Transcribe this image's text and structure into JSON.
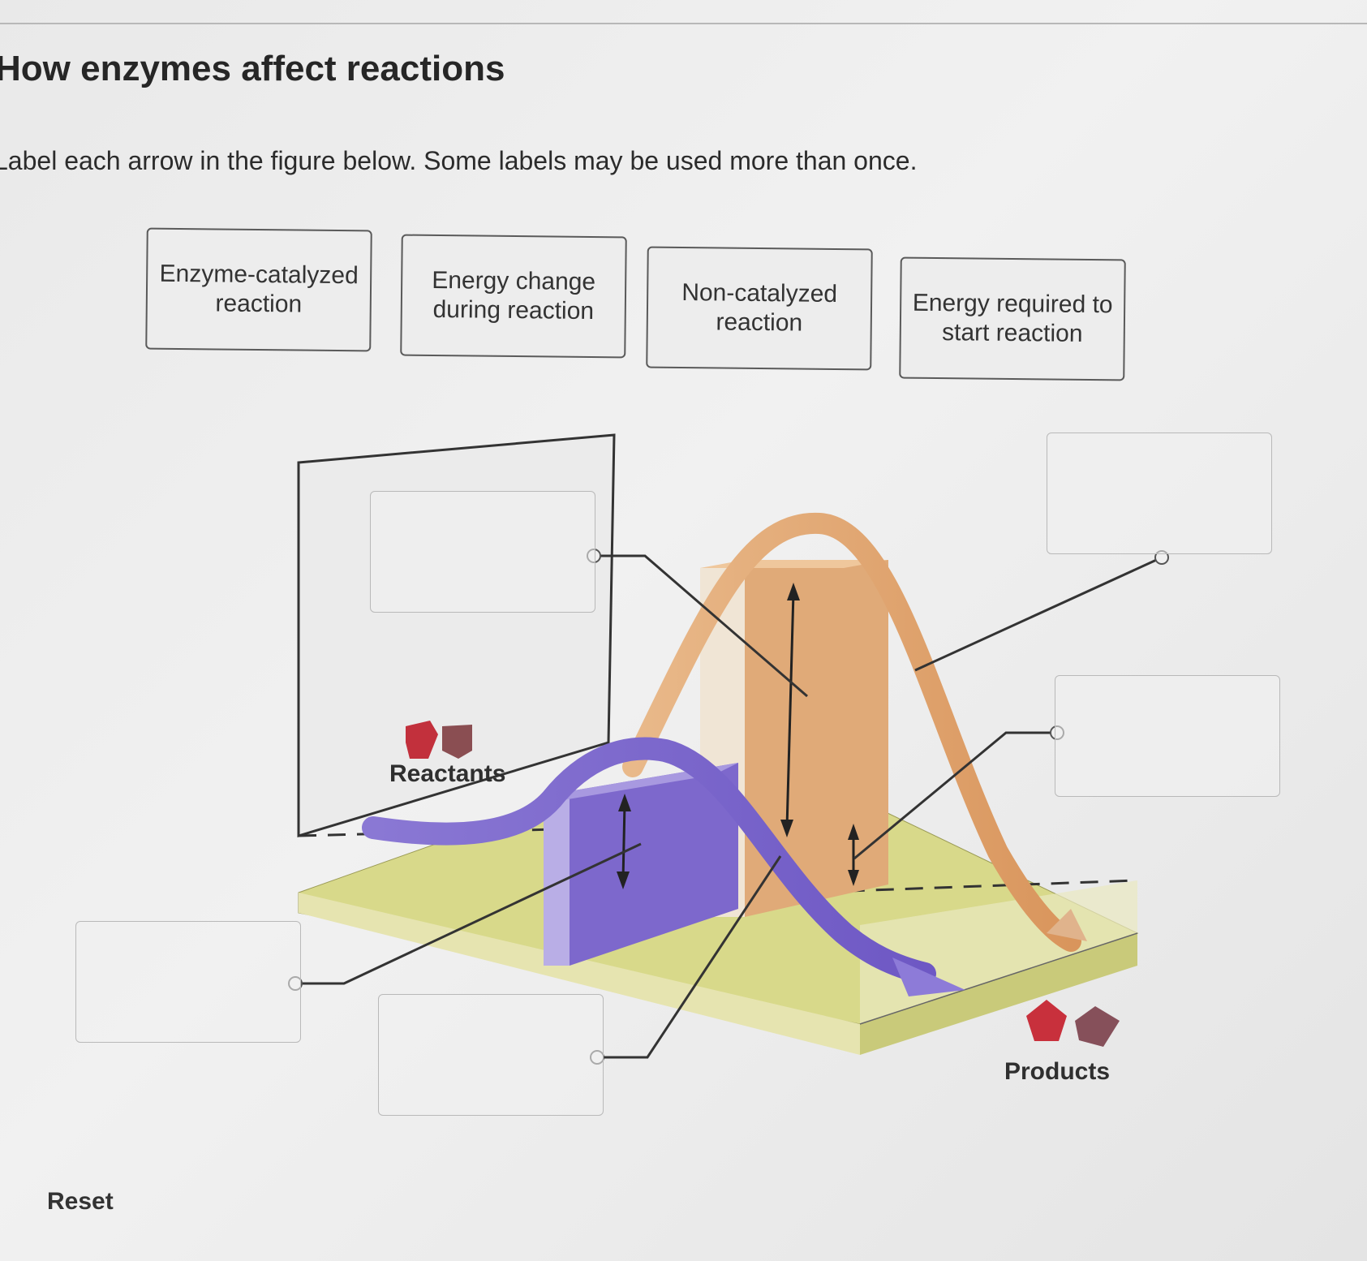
{
  "header": {
    "title": "How enzymes affect reactions",
    "instructions": "Label each arrow in the figure below. Some labels may be used more than once."
  },
  "label_bank": [
    {
      "label": "Enzyme-catalyzed\nreaction"
    },
    {
      "label": "Energy change\nduring reaction"
    },
    {
      "label": "Non-catalyzed\nreaction"
    },
    {
      "label": "Energy required to\nstart reaction"
    }
  ],
  "figure": {
    "reactants_label": "Reactants",
    "products_label": "Products"
  },
  "footer": {
    "reset_label": "Reset"
  }
}
